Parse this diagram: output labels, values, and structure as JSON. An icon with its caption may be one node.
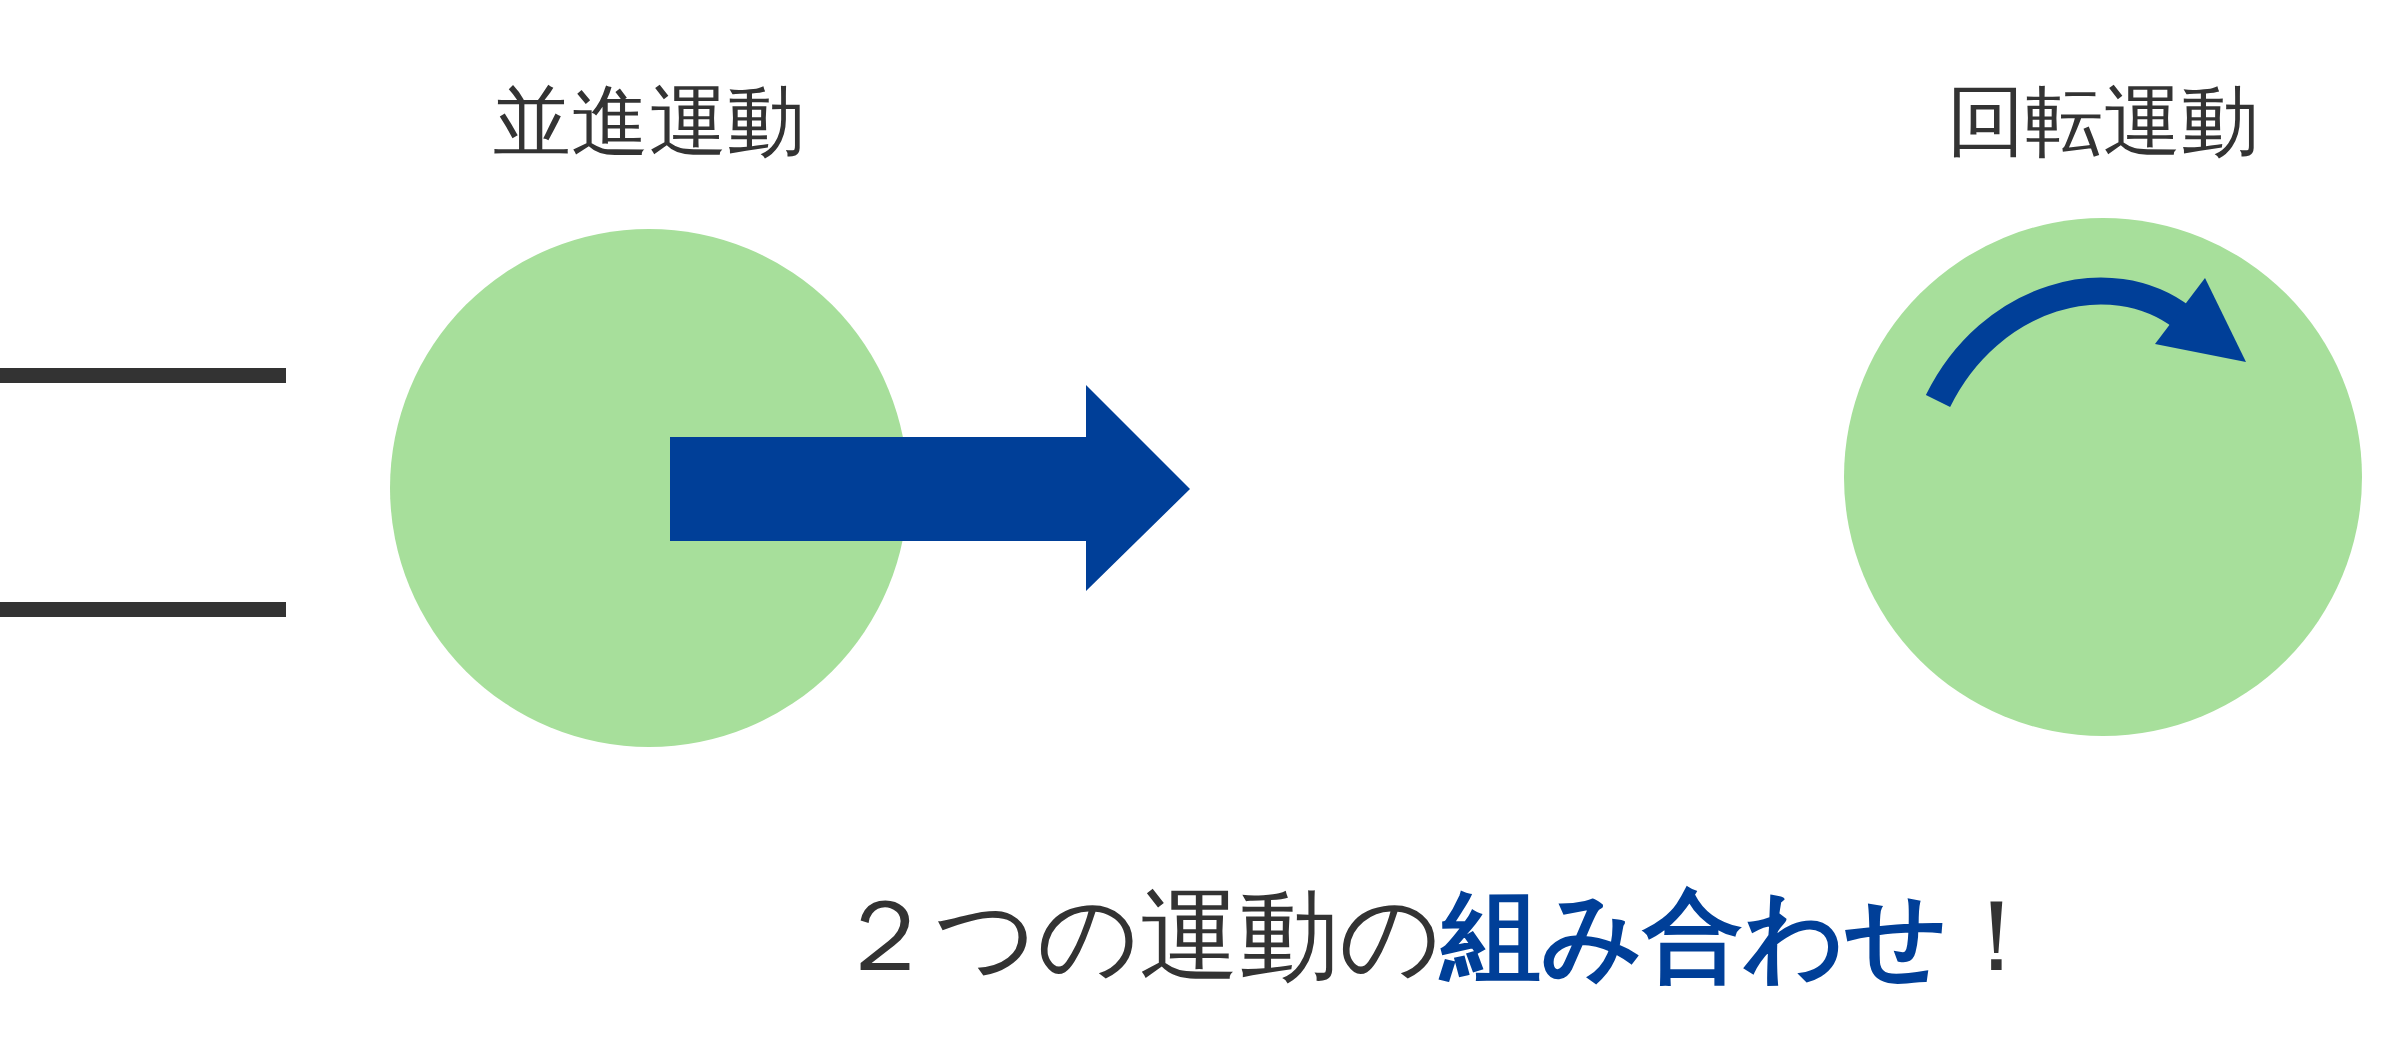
{
  "diagram": {
    "nodes": [
      {
        "text": [
          "並進運動"
        ]
      },
      {
        "text": [
          "回転運動"
        ]
      }
    ],
    "edges": [],
    "labels": [
      "２つの運動の**組み合わせ**！"
    ]
  }
}
